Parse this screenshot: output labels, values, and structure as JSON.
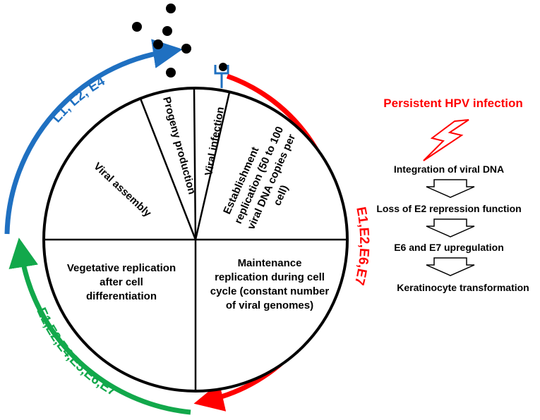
{
  "segments": {
    "viral_infection": "Viral infection",
    "progeny_production": "Progeny production",
    "viral_assembly": "Viral assembly",
    "establishment": [
      "Establishment",
      "replication (50 to 100",
      "viral DNA copies per",
      "cell)"
    ],
    "vegetative": [
      "Vegetative replication",
      "after cell",
      "differentiation"
    ],
    "maintenance": [
      "Maintenance",
      "replication during cell",
      "cycle (constant number",
      "of viral genomes)"
    ]
  },
  "genes": {
    "late": "L1, L2, E4",
    "early": "E1,E2,E6,E7",
    "differentiation": "E1,E2,E4,E5,E6,E7"
  },
  "progression": {
    "title": "Persistent HPV infection",
    "steps": [
      "Integration of viral DNA",
      "Loss of E2 repression function",
      "E6 and E7 upregulation",
      "Keratinocyte transformation"
    ]
  },
  "colors": {
    "blue": "#1f70c1",
    "red": "#ff0000",
    "green": "#12a84b",
    "title_red": "#ff0000",
    "lightning_red": "#ff0000"
  },
  "icons": {
    "virions": "virion-particle-icon",
    "receptor": "cell-receptor-icon",
    "lightning": "lightning-bolt-icon",
    "step_arrow": "down-arrow-icon"
  }
}
